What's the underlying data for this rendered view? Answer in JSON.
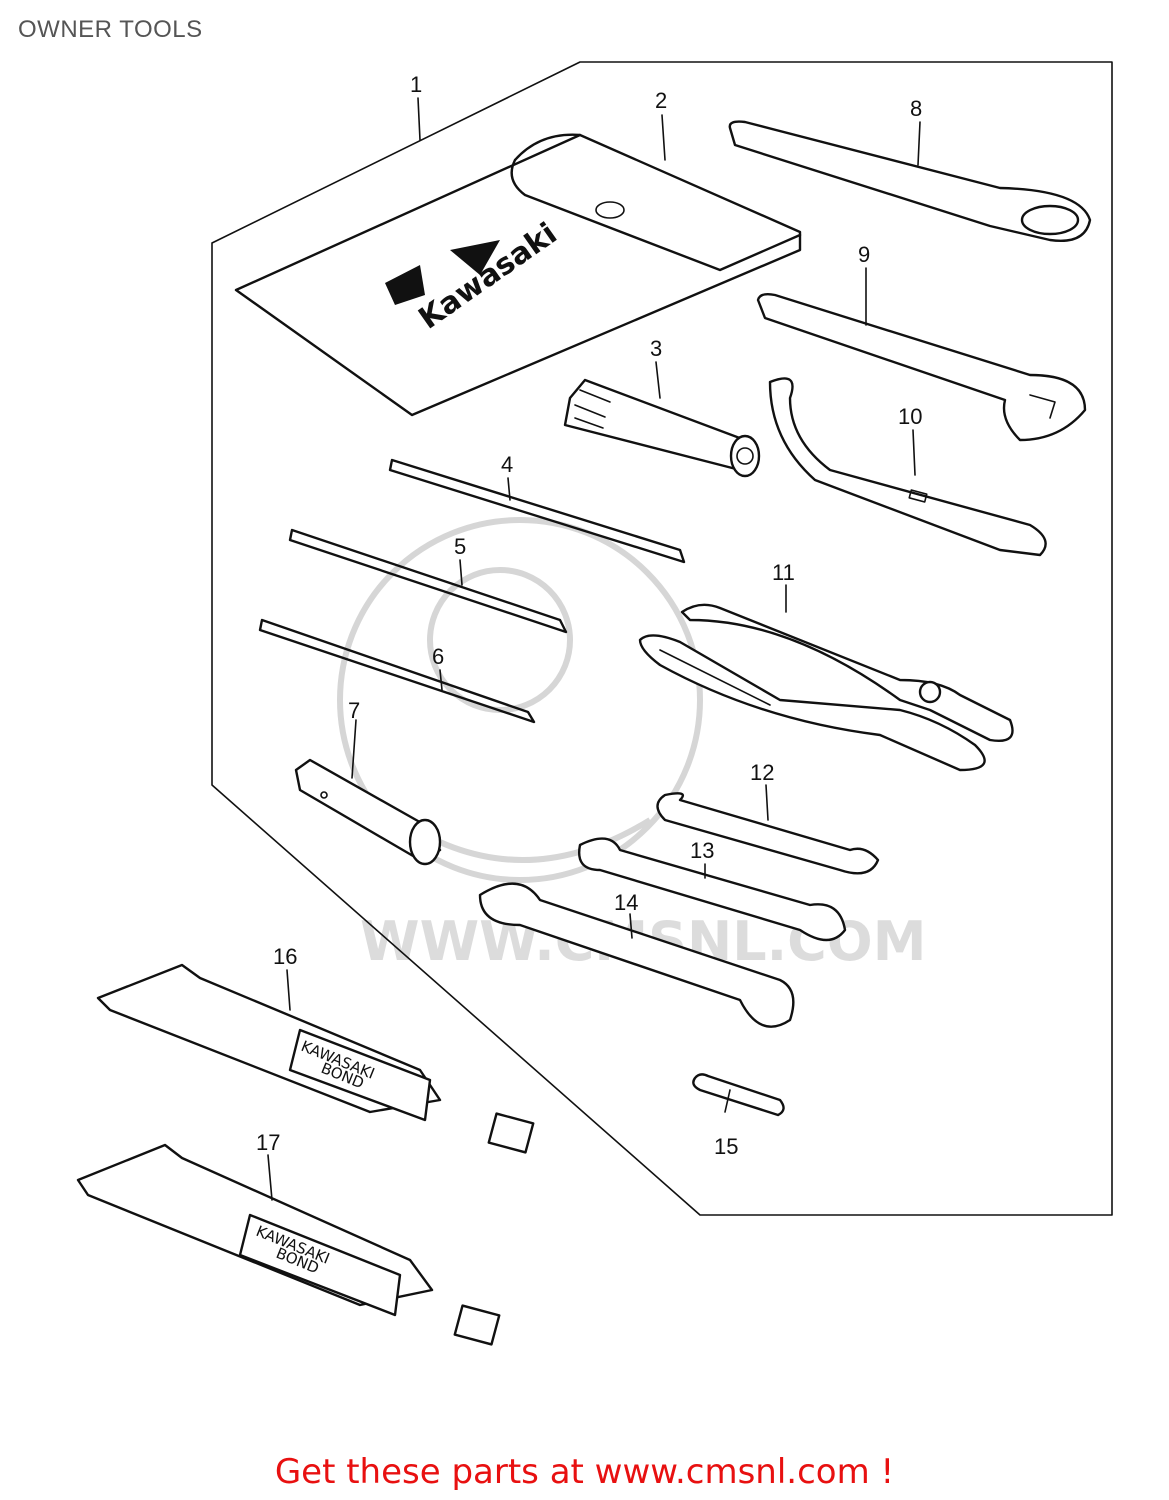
{
  "title": "OWNER TOOLS",
  "footer": {
    "text": "Get these parts at www.cmsnl.com !",
    "color": "#e81010"
  },
  "watermark": {
    "text": "WWW.CMSNL.COM"
  },
  "pouch_brand": "Kawasaki",
  "tube_labels": {
    "line1": "KAWASAKI",
    "line2": "BOND"
  },
  "callouts": [
    {
      "id": "1",
      "label": "1"
    },
    {
      "id": "2",
      "label": "2"
    },
    {
      "id": "3",
      "label": "3"
    },
    {
      "id": "4",
      "label": "4"
    },
    {
      "id": "5",
      "label": "5"
    },
    {
      "id": "6",
      "label": "6"
    },
    {
      "id": "7",
      "label": "7"
    },
    {
      "id": "8",
      "label": "8"
    },
    {
      "id": "9",
      "label": "9"
    },
    {
      "id": "10",
      "label": "10"
    },
    {
      "id": "11",
      "label": "11"
    },
    {
      "id": "12",
      "label": "12"
    },
    {
      "id": "13",
      "label": "13"
    },
    {
      "id": "14",
      "label": "14"
    },
    {
      "id": "15",
      "label": "15"
    },
    {
      "id": "16",
      "label": "16"
    },
    {
      "id": "17",
      "label": "17"
    }
  ]
}
